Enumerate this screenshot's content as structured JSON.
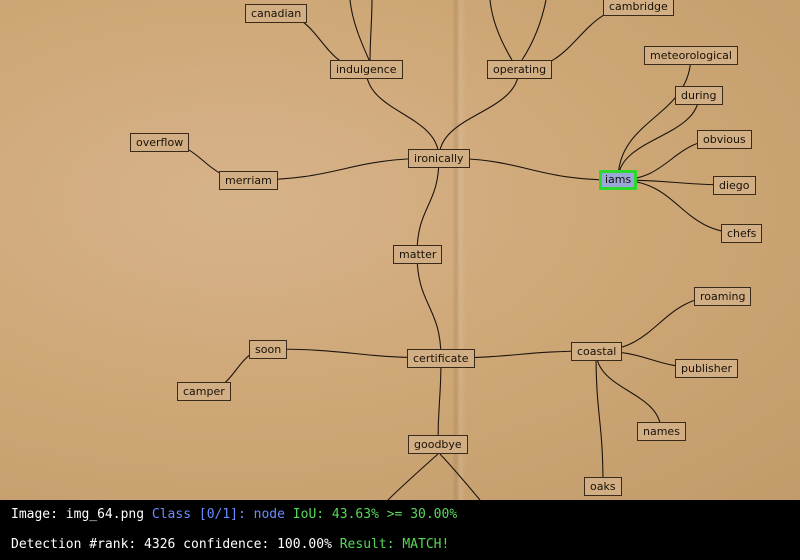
{
  "diagram": {
    "nodes": [
      {
        "id": "canadian",
        "label": "canadian"
      },
      {
        "id": "cambridge",
        "label": "cambridge"
      },
      {
        "id": "indulgence",
        "label": "indulgence"
      },
      {
        "id": "operating",
        "label": "operating"
      },
      {
        "id": "meteorological",
        "label": "meteorological"
      },
      {
        "id": "during",
        "label": "during"
      },
      {
        "id": "overflow",
        "label": "overflow"
      },
      {
        "id": "obvious",
        "label": "obvious"
      },
      {
        "id": "ironically",
        "label": "ironically"
      },
      {
        "id": "merriam",
        "label": "merriam"
      },
      {
        "id": "iams",
        "label": "iams",
        "selected": true
      },
      {
        "id": "diego",
        "label": "diego"
      },
      {
        "id": "chefs",
        "label": "chefs"
      },
      {
        "id": "matter",
        "label": "matter"
      },
      {
        "id": "roaming",
        "label": "roaming"
      },
      {
        "id": "soon",
        "label": "soon"
      },
      {
        "id": "coastal",
        "label": "coastal"
      },
      {
        "id": "certificate",
        "label": "certificate"
      },
      {
        "id": "publisher",
        "label": "publisher"
      },
      {
        "id": "camper",
        "label": "camper"
      },
      {
        "id": "names",
        "label": "names"
      },
      {
        "id": "goodbye",
        "label": "goodbye"
      },
      {
        "id": "oaks",
        "label": "oaks"
      }
    ],
    "edges": [
      [
        "canadian",
        "indulgence"
      ],
      [
        "indulgence",
        "ironically"
      ],
      [
        "operating",
        "ironically"
      ],
      [
        "operating",
        "cambridge"
      ],
      [
        "overflow",
        "merriam"
      ],
      [
        "merriam",
        "ironically"
      ],
      [
        "ironically",
        "iams"
      ],
      [
        "iams",
        "meteorological"
      ],
      [
        "iams",
        "during"
      ],
      [
        "iams",
        "obvious"
      ],
      [
        "iams",
        "diego"
      ],
      [
        "iams",
        "chefs"
      ],
      [
        "ironically",
        "matter"
      ],
      [
        "matter",
        "certificate"
      ],
      [
        "camper",
        "soon"
      ],
      [
        "soon",
        "certificate"
      ],
      [
        "certificate",
        "coastal"
      ],
      [
        "coastal",
        "roaming"
      ],
      [
        "coastal",
        "publisher"
      ],
      [
        "coastal",
        "names"
      ],
      [
        "coastal",
        "oaks"
      ],
      [
        "certificate",
        "goodbye"
      ]
    ]
  },
  "status": {
    "image_label": "Image: ",
    "image_name": "img_64.png",
    "class_text": "Class [0/1]: node",
    "iou_text": "IoU: 43.63% >= 30.00%",
    "detection_text": "Detection #rank: 4326 confidence: 100.00%",
    "result_text": "Result: MATCH!"
  }
}
